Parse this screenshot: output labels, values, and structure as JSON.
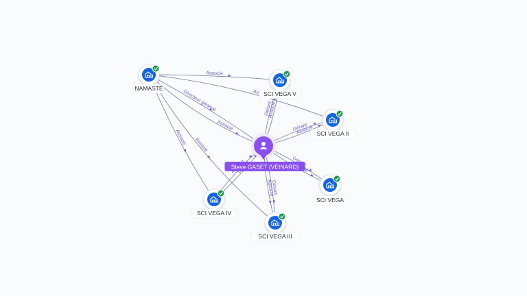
{
  "graph": {
    "person": {
      "name": "Steve GASET (VEINARD)",
      "icon": "person-icon",
      "color": "#8a4ff0"
    },
    "companies": [
      {
        "id": "namaste",
        "name": "NAMASTÉ",
        "icon": "company-building-icon",
        "verified": true
      },
      {
        "id": "vega5",
        "name": "SCI VEGA V",
        "icon": "company-building-icon",
        "verified": true
      },
      {
        "id": "vega2",
        "name": "SCI VEGA II",
        "icon": "company-building-icon",
        "verified": true
      },
      {
        "id": "vega",
        "name": "SCI VEGA",
        "icon": "company-building-icon",
        "verified": true
      },
      {
        "id": "vega3",
        "name": "SCI VEGA III",
        "icon": "company-building-icon",
        "verified": true
      },
      {
        "id": "vega4",
        "name": "SCI VEGA IV",
        "icon": "company-building-icon",
        "verified": true
      }
    ],
    "edges": [
      {
        "from": "namaste",
        "to": "vega5",
        "label": "Associé"
      },
      {
        "from": "namaste",
        "to": "vega2",
        "label": "Associé"
      },
      {
        "from": "namaste",
        "to": "person",
        "label": "Directeur général"
      },
      {
        "from": "namaste",
        "to": "person",
        "label": "Associé"
      },
      {
        "from": "namaste",
        "to": "vega4",
        "label": "Associé"
      },
      {
        "from": "namaste",
        "to": "vega3",
        "label": "Associé"
      },
      {
        "from": "person",
        "to": "vega5",
        "label": "Gérant"
      },
      {
        "from": "person",
        "to": "vega5",
        "label": "Associé"
      },
      {
        "from": "person",
        "to": "vega2",
        "label": "Gérant"
      },
      {
        "from": "person",
        "to": "vega2",
        "label": "Associé"
      },
      {
        "from": "person",
        "to": "vega",
        "label": "Gérant"
      },
      {
        "from": "person",
        "to": "vega",
        "label": "Associé"
      },
      {
        "from": "person",
        "to": "vega3",
        "label": "Gérant"
      },
      {
        "from": "person",
        "to": "vega3",
        "label": "Associé"
      },
      {
        "from": "person",
        "to": "vega4",
        "label": "Gérant"
      },
      {
        "from": "person",
        "to": "vega4",
        "label": "Associé"
      }
    ]
  },
  "colors": {
    "company": "#1565e0",
    "verified": "#1e9a50",
    "edge_label": "#6b5bd6",
    "edge": "#7d8aa6"
  }
}
